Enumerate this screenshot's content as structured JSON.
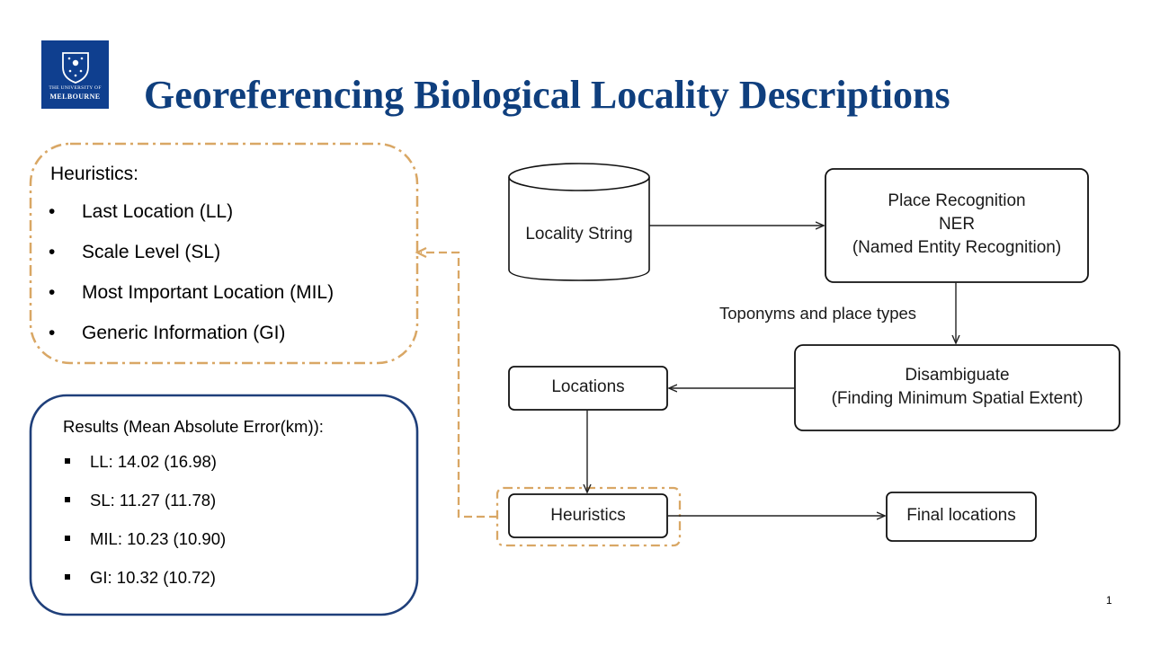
{
  "logo": {
    "line1": "THE UNIVERSITY OF",
    "line2": "MELBOURNE"
  },
  "title": "Georeferencing Biological Locality Descriptions",
  "heuristics_panel": {
    "heading": "Heuristics:",
    "items": [
      "Last Location (LL)",
      "Scale Level (SL)",
      "Most Important Location (MIL)",
      "Generic Information (GI)"
    ]
  },
  "results_panel": {
    "heading": "Results (Mean Absolute Error(km)):",
    "items": [
      "LL: 14.02 (16.98)",
      "SL: 11.27 (11.78)",
      "MIL: 10.23 (10.90)",
      "GI: 10.32 (10.72)"
    ]
  },
  "flowchart": {
    "nodes": {
      "locality_string": "Locality String",
      "place_recognition": [
        "Place Recognition",
        "NER",
        "(Named Entity Recognition)"
      ],
      "disambiguate": [
        "Disambiguate",
        "(Finding Minimum Spatial Extent)"
      ],
      "locations": "Locations",
      "heuristics": "Heuristics",
      "final_locations": "Final locations"
    },
    "edge_label": "Toponyms and place types"
  },
  "colors": {
    "title": "#0f3f7e",
    "logo_bg": "#0f3f8f",
    "heuristics_dash": "#d9a765",
    "results_border": "#1f3f7a"
  },
  "page_number": "1"
}
